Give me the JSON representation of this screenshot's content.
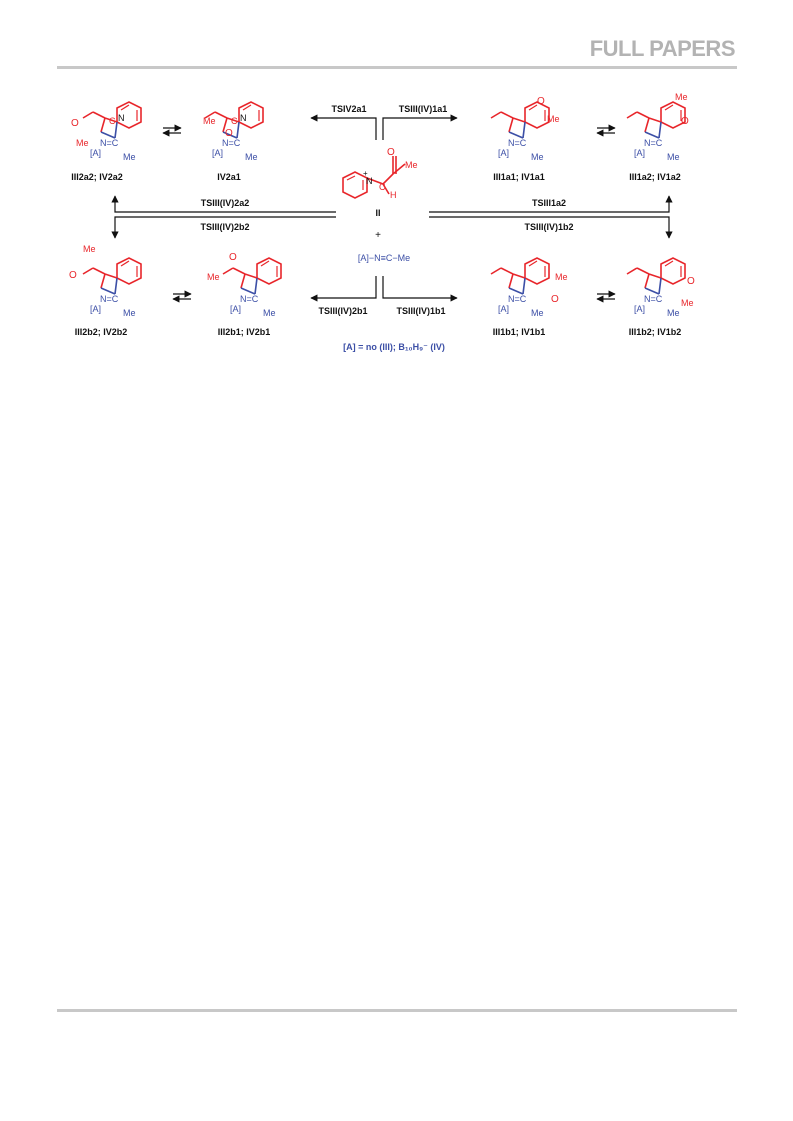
{
  "header": {
    "title": "FULL PAPERS"
  },
  "scheme": {
    "reactant_label": "II",
    "plus": "+",
    "nitrile": "[A]−N≡C−Me",
    "legend": "[A] = no (III); B₁₀H₉⁻ (IV)",
    "atoms": {
      "N": "N",
      "C": "C",
      "O": "O",
      "H": "H",
      "Me": "Me",
      "A": "[A]",
      "N_eq_C": "N=C"
    },
    "compounds": {
      "c1": "III2a2; IV2a2",
      "c2": "IV2a1",
      "c3": "III1a1; IV1a1",
      "c4": "III1a2; IV1a2",
      "c5": "III2b2; IV2b2",
      "c6": "III2b1; IV2b1",
      "c7": "III1b1; IV1b1",
      "c8": "III1b2; IV1b2"
    },
    "ts": {
      "t1": "TSIV2a1",
      "t2": "TSIII(IV)1a1",
      "t3": "TSIII(IV)2a2",
      "t4": "TSIII1a2",
      "t5": "TSIII(IV)2b2",
      "t6": "TSIII(IV)1b2",
      "t7": "TSIII(IV)2b1",
      "t8": "TSIII(IV)1b1"
    },
    "colors": {
      "red": "#e8262b",
      "blue": "#3c4fa6",
      "black": "#111111"
    }
  }
}
